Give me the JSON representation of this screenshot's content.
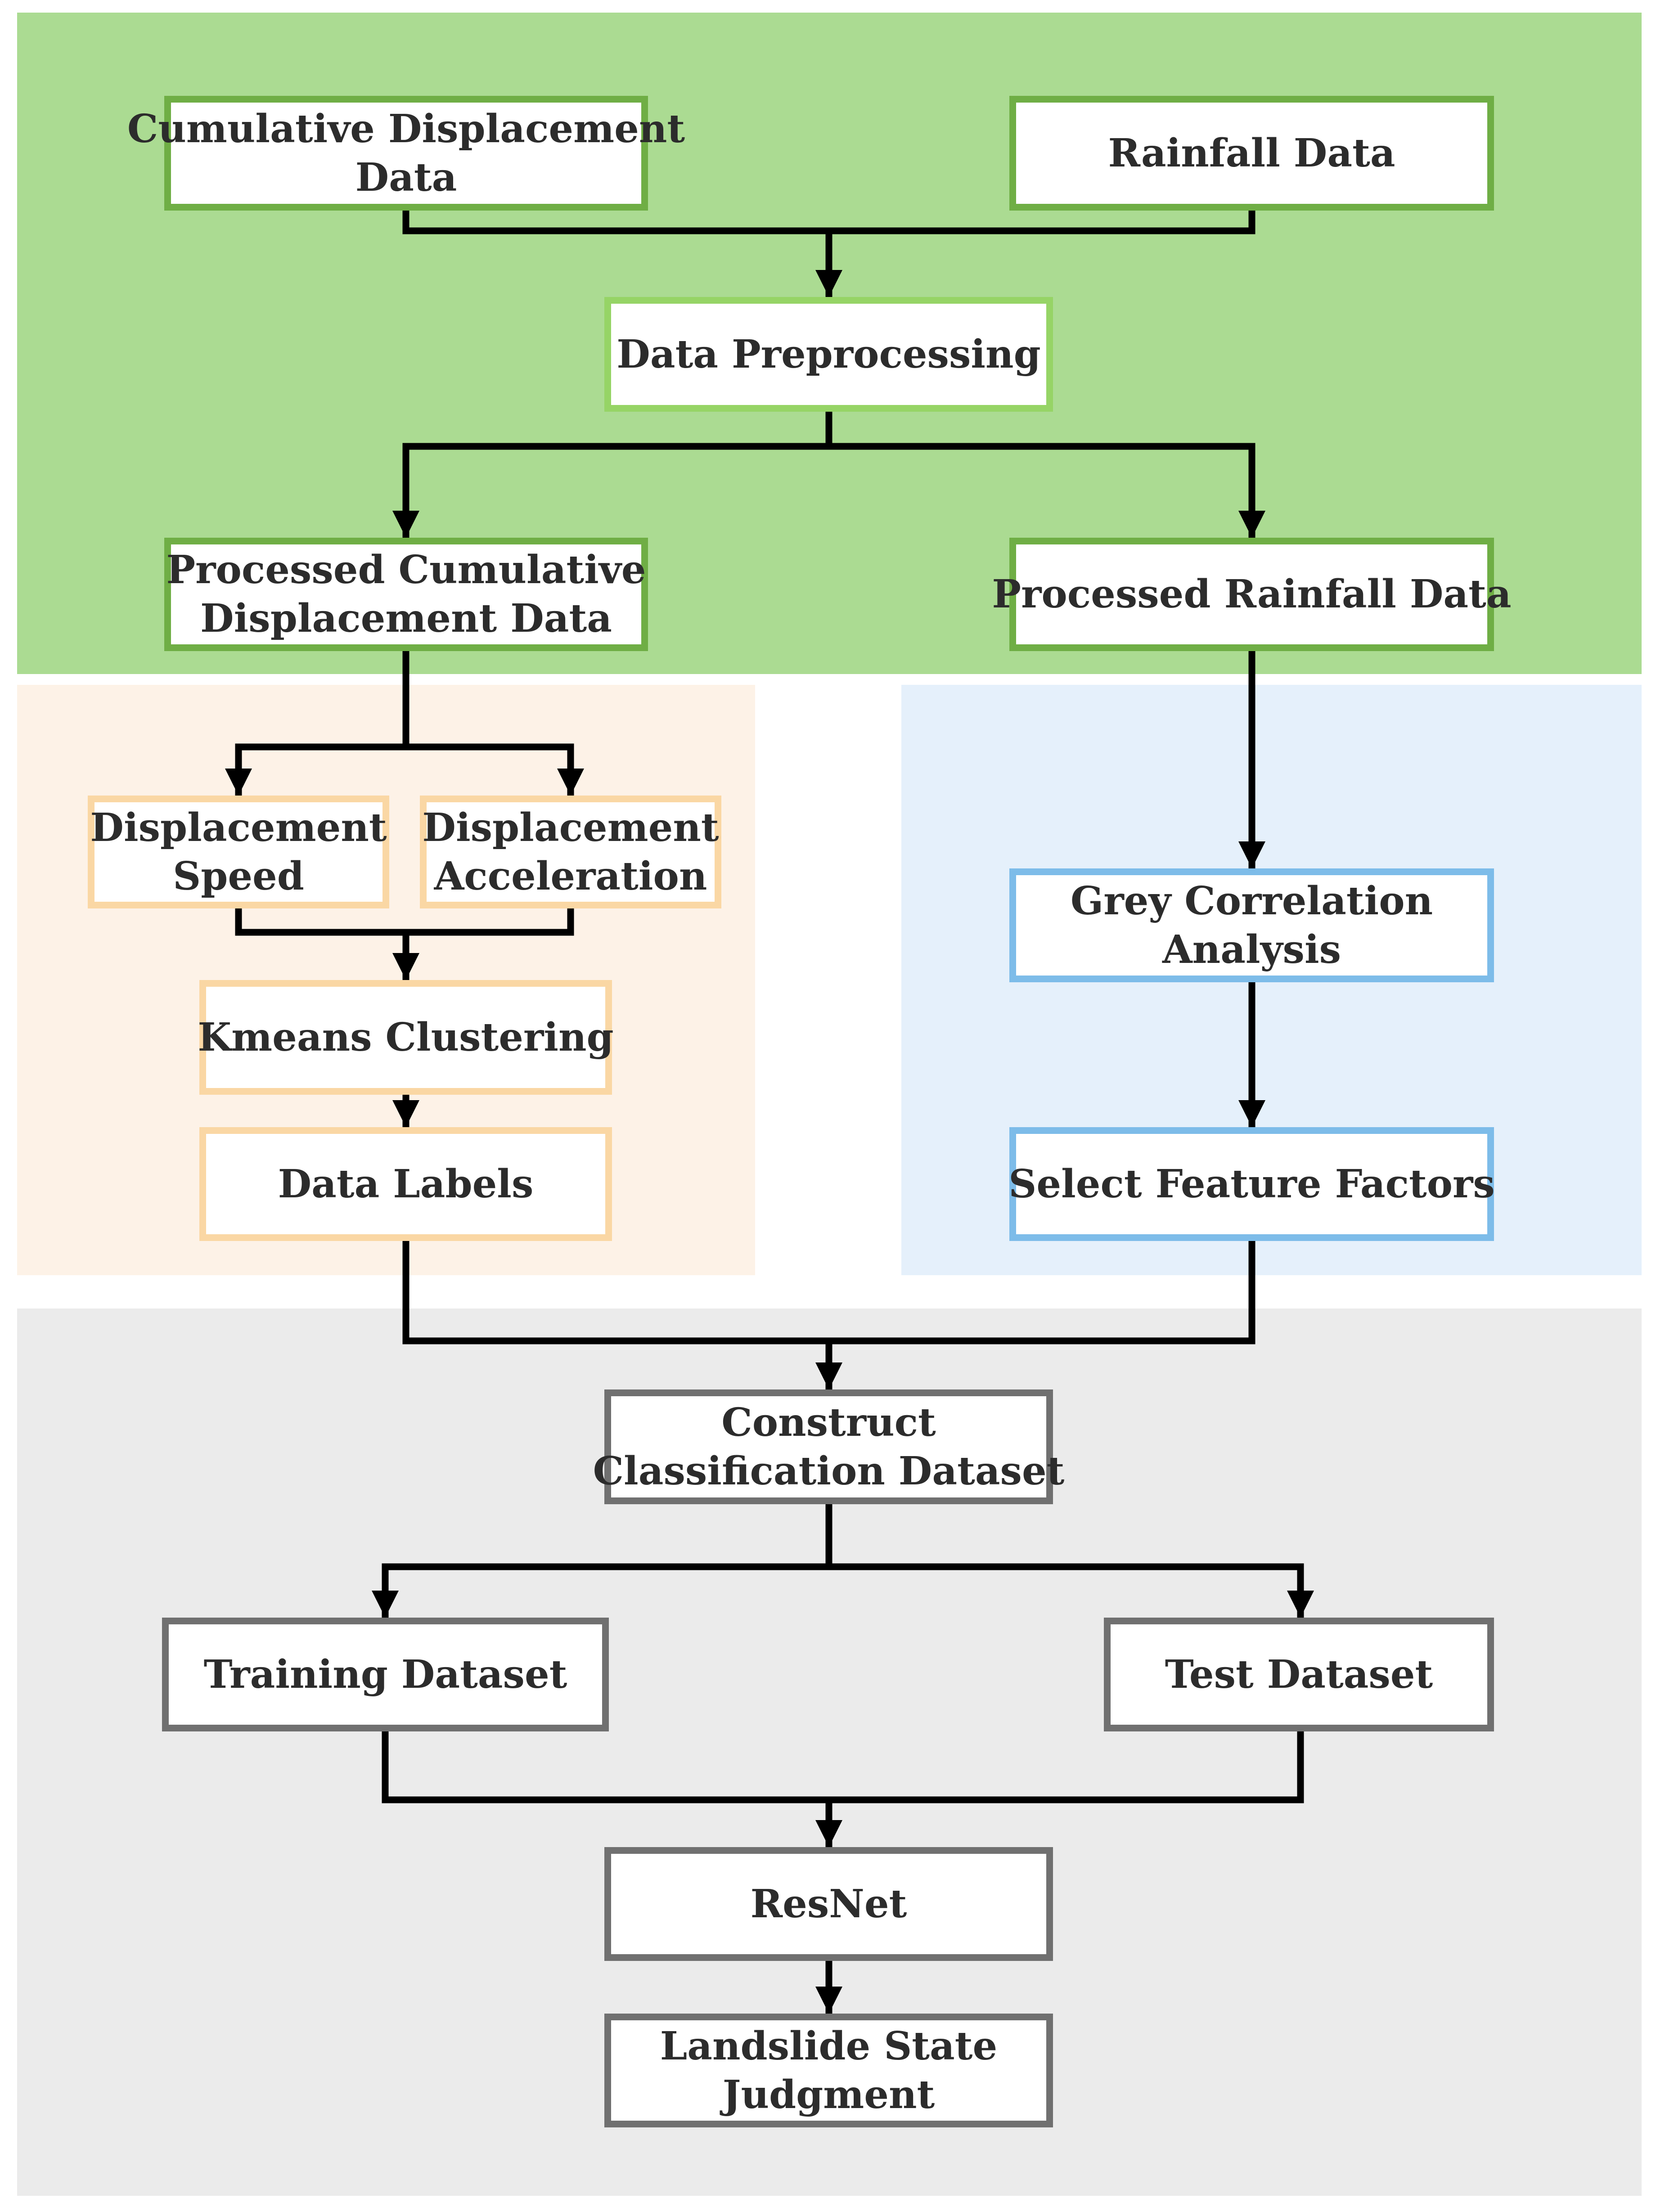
{
  "colors": {
    "green_region": "#abdb92",
    "orange_region": "#fdf2e7",
    "blue_region": "#e5f0fb",
    "grey_region": "#ebebeb",
    "green_border": "#6fae45",
    "light_green_border": "#96d466",
    "orange_border": "#fad7a4",
    "blue_border": "#7dbce9",
    "grey_border": "#707070",
    "connector": "#000000"
  },
  "nodes": {
    "cumulative_displacement": [
      "Cumulative Displacement",
      "Data"
    ],
    "rainfall": [
      "Rainfall Data"
    ],
    "preprocessing": [
      "Data Preprocessing"
    ],
    "processed_displacement": [
      "Processed Cumulative",
      "Displacement Data"
    ],
    "processed_rainfall": [
      "Processed Rainfall Data"
    ],
    "displacement_speed": [
      "Displacement",
      "Speed"
    ],
    "displacement_acceleration": [
      "Displacement",
      "Acceleration"
    ],
    "kmeans": [
      "Kmeans Clustering"
    ],
    "data_labels": [
      "Data Labels"
    ],
    "grey_correlation": [
      "Grey Correlation",
      "Analysis"
    ],
    "select_features": [
      "Select Feature Factors"
    ],
    "construct_dataset": [
      "Construct",
      "Classification Dataset"
    ],
    "training": [
      "Training Dataset"
    ],
    "test": [
      "Test Dataset"
    ],
    "resnet": [
      "ResNet"
    ],
    "judgment": [
      "Landslide State",
      "Judgment"
    ]
  },
  "edges": [
    [
      "cumulative_displacement",
      "preprocessing"
    ],
    [
      "rainfall",
      "preprocessing"
    ],
    [
      "preprocessing",
      "processed_displacement"
    ],
    [
      "preprocessing",
      "processed_rainfall"
    ],
    [
      "processed_displacement",
      "displacement_speed"
    ],
    [
      "processed_displacement",
      "displacement_acceleration"
    ],
    [
      "displacement_speed",
      "kmeans"
    ],
    [
      "displacement_acceleration",
      "kmeans"
    ],
    [
      "kmeans",
      "data_labels"
    ],
    [
      "processed_rainfall",
      "grey_correlation"
    ],
    [
      "grey_correlation",
      "select_features"
    ],
    [
      "data_labels",
      "construct_dataset"
    ],
    [
      "select_features",
      "construct_dataset"
    ],
    [
      "construct_dataset",
      "training"
    ],
    [
      "construct_dataset",
      "test"
    ],
    [
      "training",
      "resnet"
    ],
    [
      "test",
      "resnet"
    ],
    [
      "resnet",
      "judgment"
    ]
  ]
}
